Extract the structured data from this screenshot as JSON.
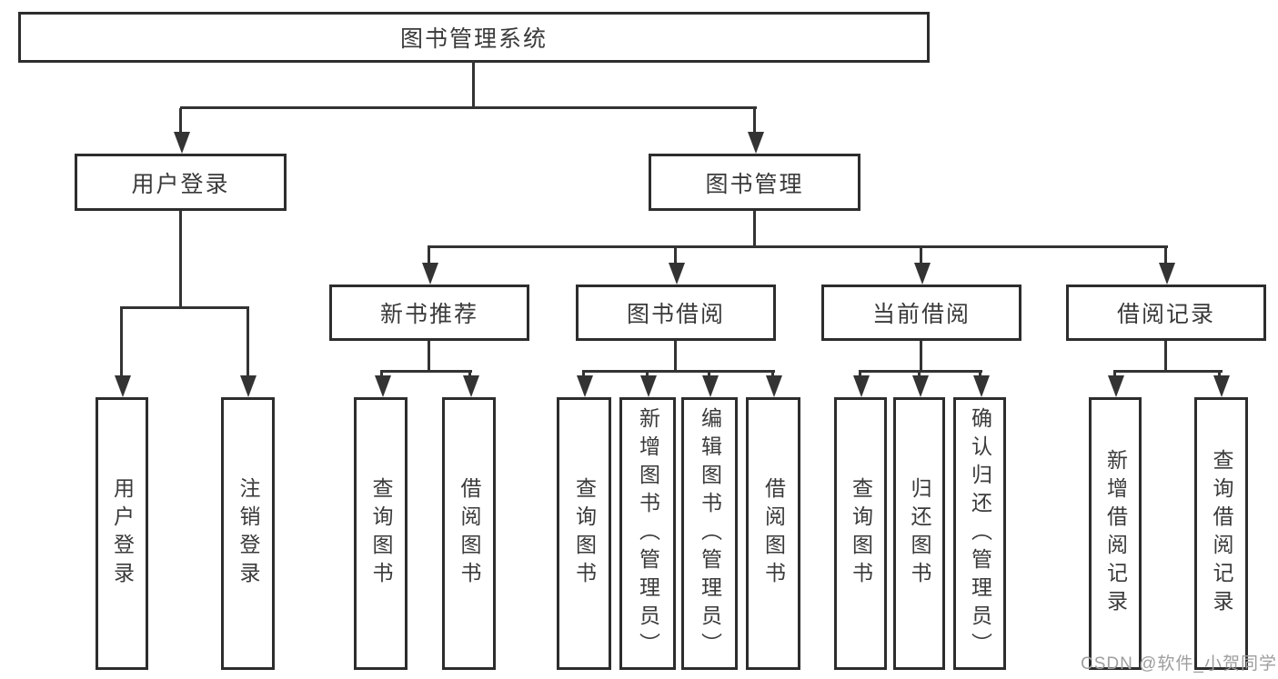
{
  "diagram": {
    "title": "图书管理系统",
    "colors": {
      "line": "#333333",
      "box_border": "#2d2d2d",
      "text": "#3a3a3a",
      "watermark_text": "#9e9e9e",
      "background": "#ffffff"
    },
    "nodes": {
      "root": "图书管理系统",
      "user_login": "用户登录",
      "book_mgmt": "图书管理",
      "new_book_rec": "新书推荐",
      "book_borrow": "图书借阅",
      "current_borrow": "当前借阅",
      "borrow_records": "借阅记录",
      "leaf_user_login": "用户登录",
      "leaf_logout": "注销登录",
      "leaf_query_book_1": "查询图书",
      "leaf_borrow_book_1": "借阅图书",
      "leaf_query_book_2": "查询图书",
      "leaf_add_book": "新增图书（管理员）",
      "leaf_edit_book": "编辑图书（管理员）",
      "leaf_borrow_book_2": "借阅图书",
      "leaf_query_book_3": "查询图书",
      "leaf_return_book": "归还图书",
      "leaf_confirm_return": "确认归还（管理员）",
      "leaf_add_record": "新增借阅记录",
      "leaf_query_record": "查询借阅记录"
    },
    "edges": [
      {
        "from": "root",
        "to": [
          "user_login",
          "book_mgmt"
        ]
      },
      {
        "from": "user_login",
        "to": [
          "leaf_user_login",
          "leaf_logout"
        ]
      },
      {
        "from": "book_mgmt",
        "to": [
          "new_book_rec",
          "book_borrow",
          "current_borrow",
          "borrow_records"
        ]
      },
      {
        "from": "new_book_rec",
        "to": [
          "leaf_query_book_1",
          "leaf_borrow_book_1"
        ]
      },
      {
        "from": "book_borrow",
        "to": [
          "leaf_query_book_2",
          "leaf_add_book",
          "leaf_edit_book",
          "leaf_borrow_book_2"
        ]
      },
      {
        "from": "current_borrow",
        "to": [
          "leaf_query_book_3",
          "leaf_return_book",
          "leaf_confirm_return"
        ]
      },
      {
        "from": "borrow_records",
        "to": [
          "leaf_add_record",
          "leaf_query_record"
        ]
      }
    ],
    "watermark": "CSDN @软件_小贺同学"
  }
}
